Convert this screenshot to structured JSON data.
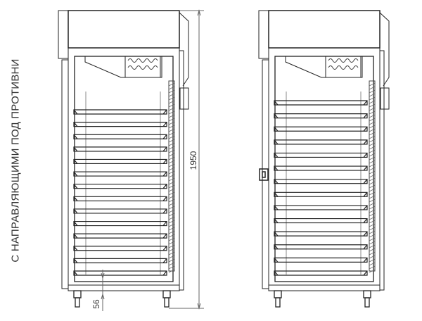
{
  "caption": "С НАПРАВЛЯЮЩИМИ ПОД ПРОТИВНИ",
  "dimensions": {
    "height": "1950",
    "bottom_clearance": "56"
  },
  "units": [
    {
      "name": "left-cabinet",
      "tray_count": 14,
      "has_handle": false
    },
    {
      "name": "right-cabinet",
      "tray_count": 14,
      "has_handle": true
    }
  ],
  "colors": {
    "line": "#222222",
    "background": "#ffffff"
  }
}
